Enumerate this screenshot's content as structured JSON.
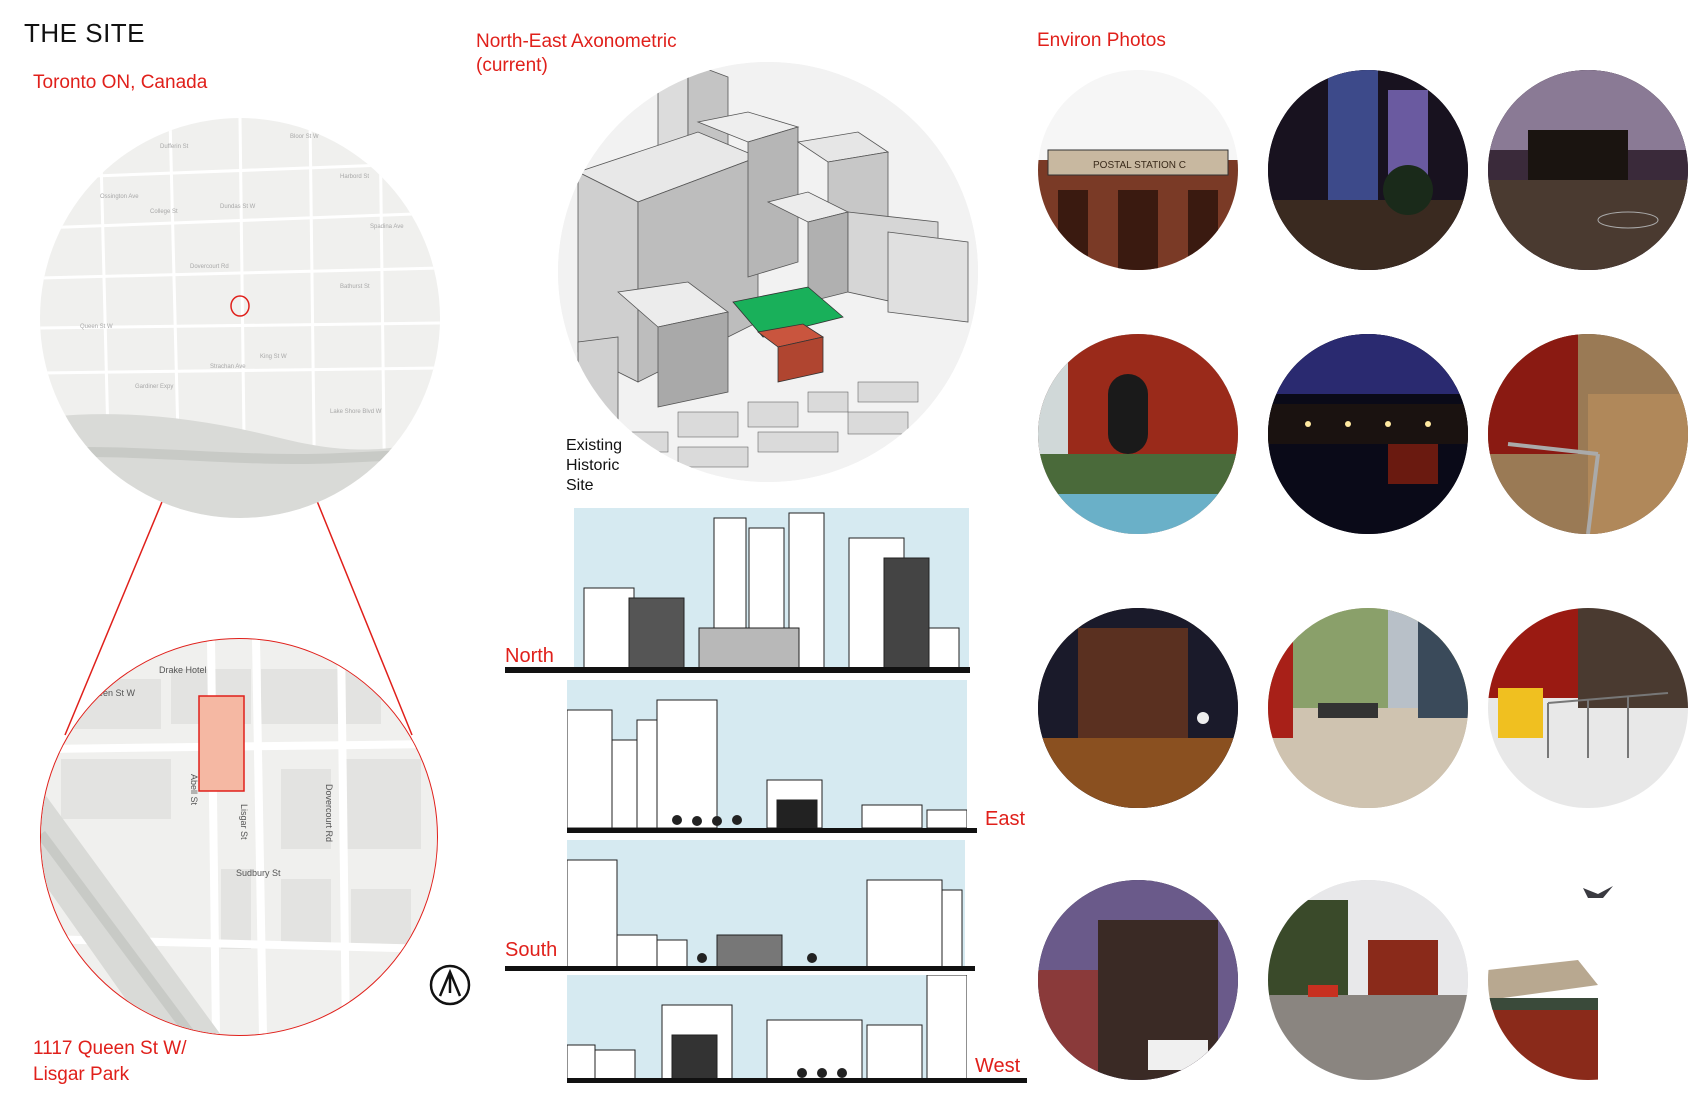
{
  "header": {
    "title": "THE SITE",
    "location": "Toronto ON, Canada"
  },
  "address": {
    "line1": "1117 Queen St W/",
    "line2": "Lisgar Park"
  },
  "city_map": {
    "labels": [
      "Dufferin St",
      "Bloor St W",
      "College St",
      "Ossington Ave",
      "Dundas St W",
      "Queen St W",
      "King St W",
      "Bathurst St",
      "Spadina Ave",
      "Gardiner Expy",
      "Lake Shore Blvd W",
      "Strachan Ave",
      "Dovercourt Rd",
      "Harbord St"
    ]
  },
  "site_map": {
    "streets": [
      "Queen St W",
      "Drake Hotel",
      "Abell St",
      "Lisgar St",
      "Dovercourt Rd",
      "Sudbury St"
    ]
  },
  "axonometric": {
    "title_line1": "North-East Axonometric",
    "title_line2": "(current)",
    "label_line1": "Existing",
    "label_line2": "Historic",
    "label_line3": "Site"
  },
  "elevations": {
    "north": "North",
    "east": "East",
    "south": "South",
    "west": "West"
  },
  "photos": {
    "title": "Environ Photos",
    "sign_text": "POSTAL STATION C"
  },
  "colors": {
    "accent": "#e0201b",
    "map_bg": "#f0f0ee",
    "park_green": "#19b05a",
    "site_brick": "#c9553e",
    "site_highlight": "#f5b8a3",
    "sky": "#d6eaf1"
  }
}
